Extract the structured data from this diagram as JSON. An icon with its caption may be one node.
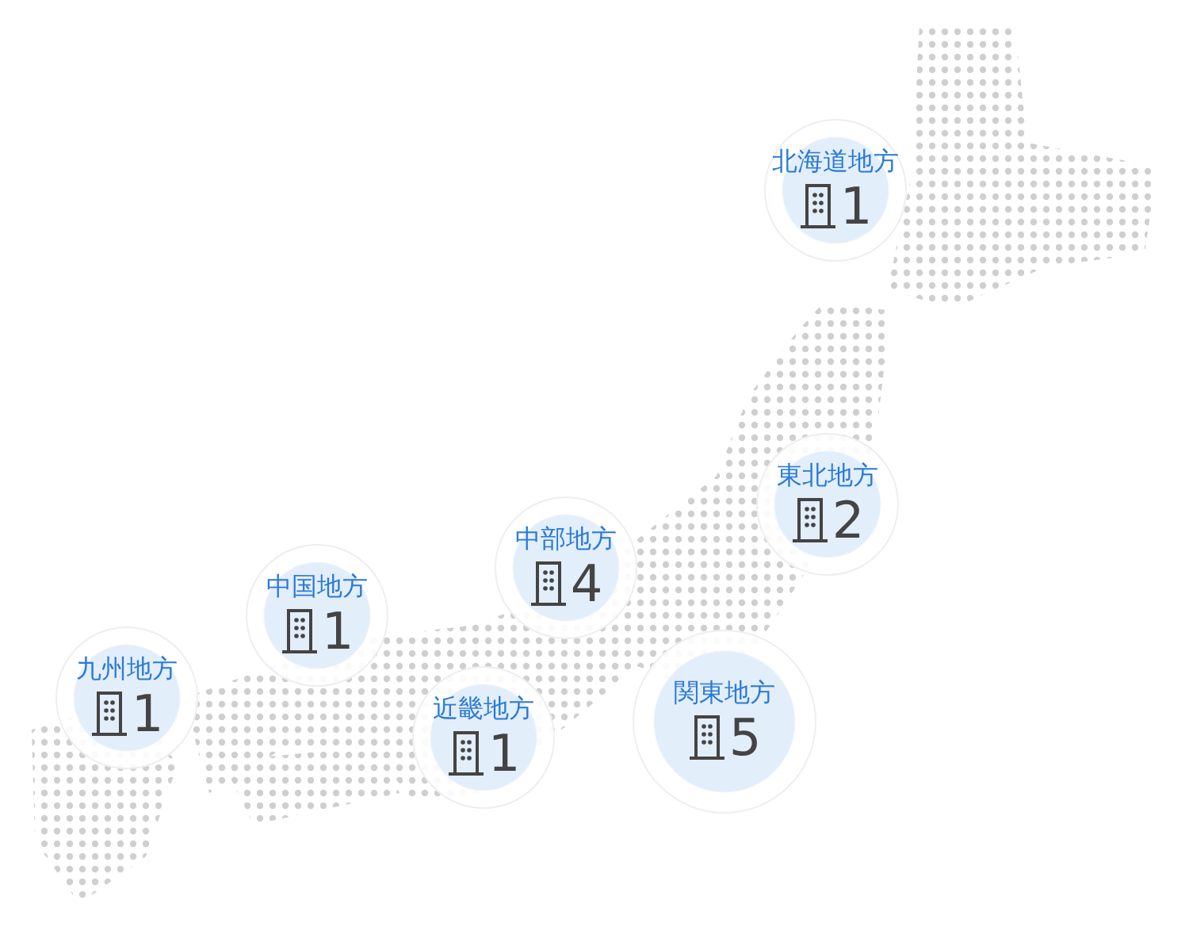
{
  "diagram": {
    "nodes": [
      {
        "text": [
          "北海道地方",
          "1"
        ]
      },
      {
        "text": [
          "東北地方",
          "2"
        ]
      },
      {
        "text": [
          "中部地方",
          "4"
        ]
      },
      {
        "text": [
          "中国地方",
          "1"
        ]
      },
      {
        "text": [
          "九州地方",
          "1"
        ]
      },
      {
        "text": [
          "関東地方",
          "5"
        ]
      },
      {
        "text": [
          "近畿地方",
          "1"
        ]
      }
    ]
  }
}
